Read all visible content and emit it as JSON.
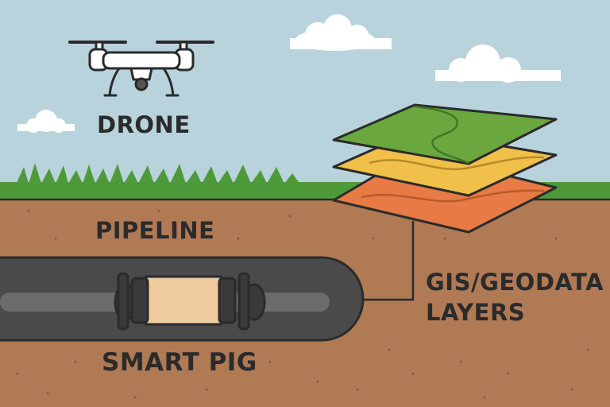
{
  "labels": {
    "drone": "DRONE",
    "pipeline": "PIPELINE",
    "smart_pig": "SMART PIG",
    "gis_line1": "GIS/GEODATA",
    "gis_line2": "LAYERS"
  },
  "colors": {
    "sky": "#b8d3dc",
    "grass": "#4e9a3a",
    "soil": "#b07a55",
    "pipe": "#4a4a4a",
    "pig_body": "#f0cba0",
    "layer_green": "#6aa83f",
    "layer_yellow": "#f0c04a",
    "layer_orange": "#e77a45",
    "outline": "#2b2b2b"
  },
  "icons": [
    "drone-icon",
    "cloud-icon",
    "smart-pig-icon",
    "gis-layer-stack-icon"
  ]
}
